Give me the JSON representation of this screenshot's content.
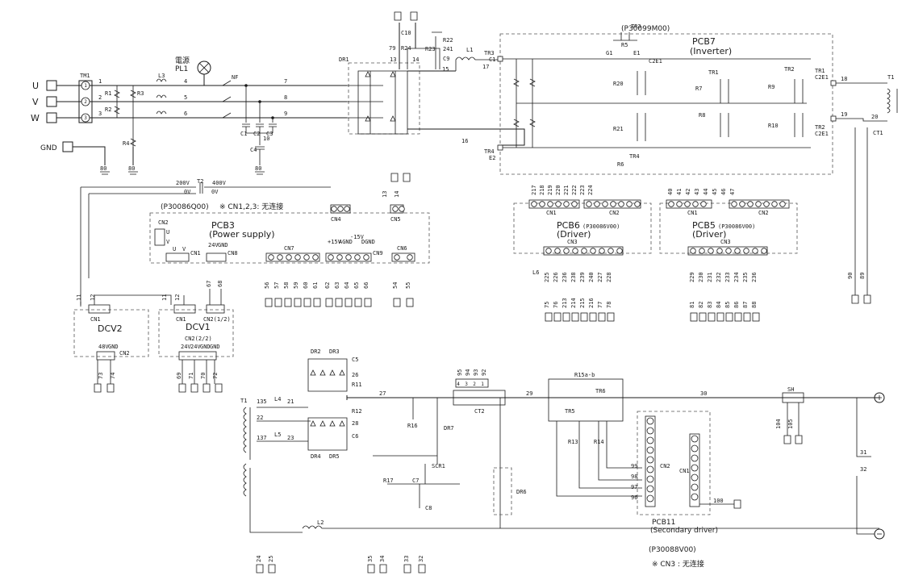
{
  "inputs": {
    "u": "U",
    "v": "V",
    "w": "W",
    "gnd": "GND",
    "tm1": "TM1",
    "pins": [
      "1",
      "2",
      "3"
    ]
  },
  "pilot": {
    "line1": "電源",
    "line2": "PL1"
  },
  "filter": {
    "l3": "L3",
    "nf": "NF",
    "r1": "R1",
    "r2": "R2",
    "r3": "R3",
    "r4": "R4",
    "c1": "C1",
    "c2": "C2",
    "c3": "C3",
    "c4": "C4",
    "n10": "10"
  },
  "wire_nums": {
    "n1": "1",
    "n2": "2",
    "n3": "3",
    "n4": "4",
    "n5": "5",
    "n6": "6",
    "n7": "7",
    "n8": "8",
    "n9": "9",
    "n13": "13",
    "n14": "14",
    "n15": "15",
    "n16": "16",
    "n17": "17",
    "n18": "18",
    "n19": "19",
    "n20": "20",
    "n79": "79",
    "n241": "241"
  },
  "gnd_labels": {
    "g1": "80",
    "g2": "80",
    "g3": "80"
  },
  "rectifier": {
    "dr1": "DR1",
    "c10": "C10",
    "c9": "C9",
    "r22": "R22",
    "r23": "R23",
    "r24": "R24",
    "l1": "L1"
  },
  "transformer_t2": {
    "name": "T2",
    "v200": "200V",
    "v400": "400V",
    "v0a": "0V",
    "v0b": "0V"
  },
  "pcb7": {
    "code": "(P30099M00)",
    "name": "PCB7",
    "desc": "(Inverter)",
    "tr1": "TR1",
    "tr2": "TR2",
    "tr3": "TR3",
    "tr4": "TR4",
    "r5": "R5",
    "r6": "R6",
    "r7": "R7",
    "r8": "R8",
    "r9": "R9",
    "r10": "R10",
    "r20": "R20",
    "r21": "R21",
    "c1": "C1",
    "e2": "E2",
    "c2e1": "C2E1",
    "t1": "T1",
    "ct1": "CT1",
    "g1": "G1",
    "e1": "E1"
  },
  "pcb3": {
    "code": "(P30086Q00)",
    "note": "※ CN1,2,3: 无连接",
    "name": "PCB3",
    "desc": "(Power supply)",
    "cn1": "CN1",
    "cn2": "CN2",
    "cn4": "CN4",
    "cn5": "CN5",
    "cn7": "CN7",
    "cn8": "CN8",
    "cn9": "CN9",
    "cn6": "CN6",
    "u": "U",
    "v": "V",
    "v24": "24V",
    "gnd": "GND",
    "p15": "+15V",
    "agnd": "AGND",
    "m15": "-15V",
    "dgnd": "DGND"
  },
  "pcb6": {
    "name": "PCB6",
    "code": "(P30086V00)",
    "desc": "(Driver)",
    "cn1": "CN1",
    "cn2": "CN2",
    "cn3": "CN3",
    "l6": "L6",
    "top_nums": [
      "217",
      "218",
      "219",
      "220",
      "221",
      "222",
      "223",
      "224"
    ],
    "mid_nums": [
      "225",
      "226",
      "236",
      "238",
      "239",
      "240",
      "227",
      "228"
    ],
    "bot_nums": [
      "75",
      "76",
      "213",
      "214",
      "215",
      "216",
      "77",
      "78"
    ]
  },
  "pcb5": {
    "name": "PCB5",
    "code": "(P30086V00)",
    "desc": "(Driver)",
    "cn1": "CN1",
    "cn2": "CN2",
    "cn3": "CN3",
    "top_nums": [
      "40",
      "41",
      "42",
      "43",
      "44",
      "45",
      "46",
      "47"
    ],
    "mid_nums": [
      "229",
      "230",
      "231",
      "232",
      "233",
      "234",
      "235",
      "236"
    ],
    "bot_nums": [
      "81",
      "82",
      "83",
      "84",
      "85",
      "86",
      "87",
      "88"
    ]
  },
  "right_terms": {
    "a": "90",
    "b": "89"
  },
  "cn7_nums": [
    "56",
    "57",
    "58",
    "59",
    "60",
    "61"
  ],
  "cn9_nums": [
    "62",
    "63",
    "64",
    "65",
    "66"
  ],
  "cn6_nums": [
    "54",
    "55"
  ],
  "cn8_nums": [
    "67",
    "68"
  ],
  "dcv2": {
    "name": "DCV2",
    "cn1": "CN1",
    "cn2": "CN2",
    "v48": "48V",
    "gnd": "GND",
    "n11": "11",
    "n12": "12",
    "t73": "73",
    "t74": "74"
  },
  "dcv1": {
    "name": "DCV1",
    "cn1": "CN1",
    "cn2a": "CN2(1/2)",
    "cn2b": "CN2(2/2)",
    "v24a": "24V",
    "v24b": "24V",
    "gnda": "GND",
    "gndb": "GND",
    "n11": "11",
    "n12": "12",
    "t69": "69",
    "t71": "71",
    "t70": "70",
    "t72": "72"
  },
  "secondary": {
    "t1": "T1",
    "l4": "L4",
    "l5": "L5",
    "l2": "L2",
    "n135": "135",
    "n137": "137",
    "n21": "21",
    "n22": "22",
    "n23": "23",
    "n27": "27",
    "n29": "29",
    "n30": "30",
    "dr2": "DR2",
    "dr3": "DR3",
    "dr4": "DR4",
    "dr5": "DR5",
    "c5": "C5",
    "c6": "C6",
    "r11": "R11",
    "r12": "R12",
    "n26": "26",
    "n28": "28",
    "r16": "R16",
    "dr7": "DR7",
    "scr1": "SCR1",
    "r17": "R17",
    "c7": "C7",
    "c8": "C8",
    "dr6": "DR6",
    "ct2": "CT2",
    "ct2_pins": [
      "4",
      "3",
      "2",
      "1"
    ],
    "ct2_nums": [
      "95",
      "94",
      "93",
      "92"
    ],
    "sh": "SH",
    "t104": "104",
    "t105": "105",
    "t31": "31",
    "t32": "32",
    "b24": "24",
    "b25": "25",
    "b35": "35",
    "b34": "34",
    "b33": "33",
    "b32": "32"
  },
  "pcb11": {
    "name": "PCB11",
    "desc": "(Secondary driver)",
    "code": "(P30088V00)",
    "note": "※ CN3 : 无连接",
    "r15": "R15a-b",
    "tr5": "TR5",
    "tr6": "TR6",
    "r13": "R13",
    "r14": "R14",
    "cn1": "CN1",
    "cn2": "CN2",
    "n96": "96",
    "n97": "97",
    "n98": "98",
    "n99": "99",
    "n100": "100"
  }
}
